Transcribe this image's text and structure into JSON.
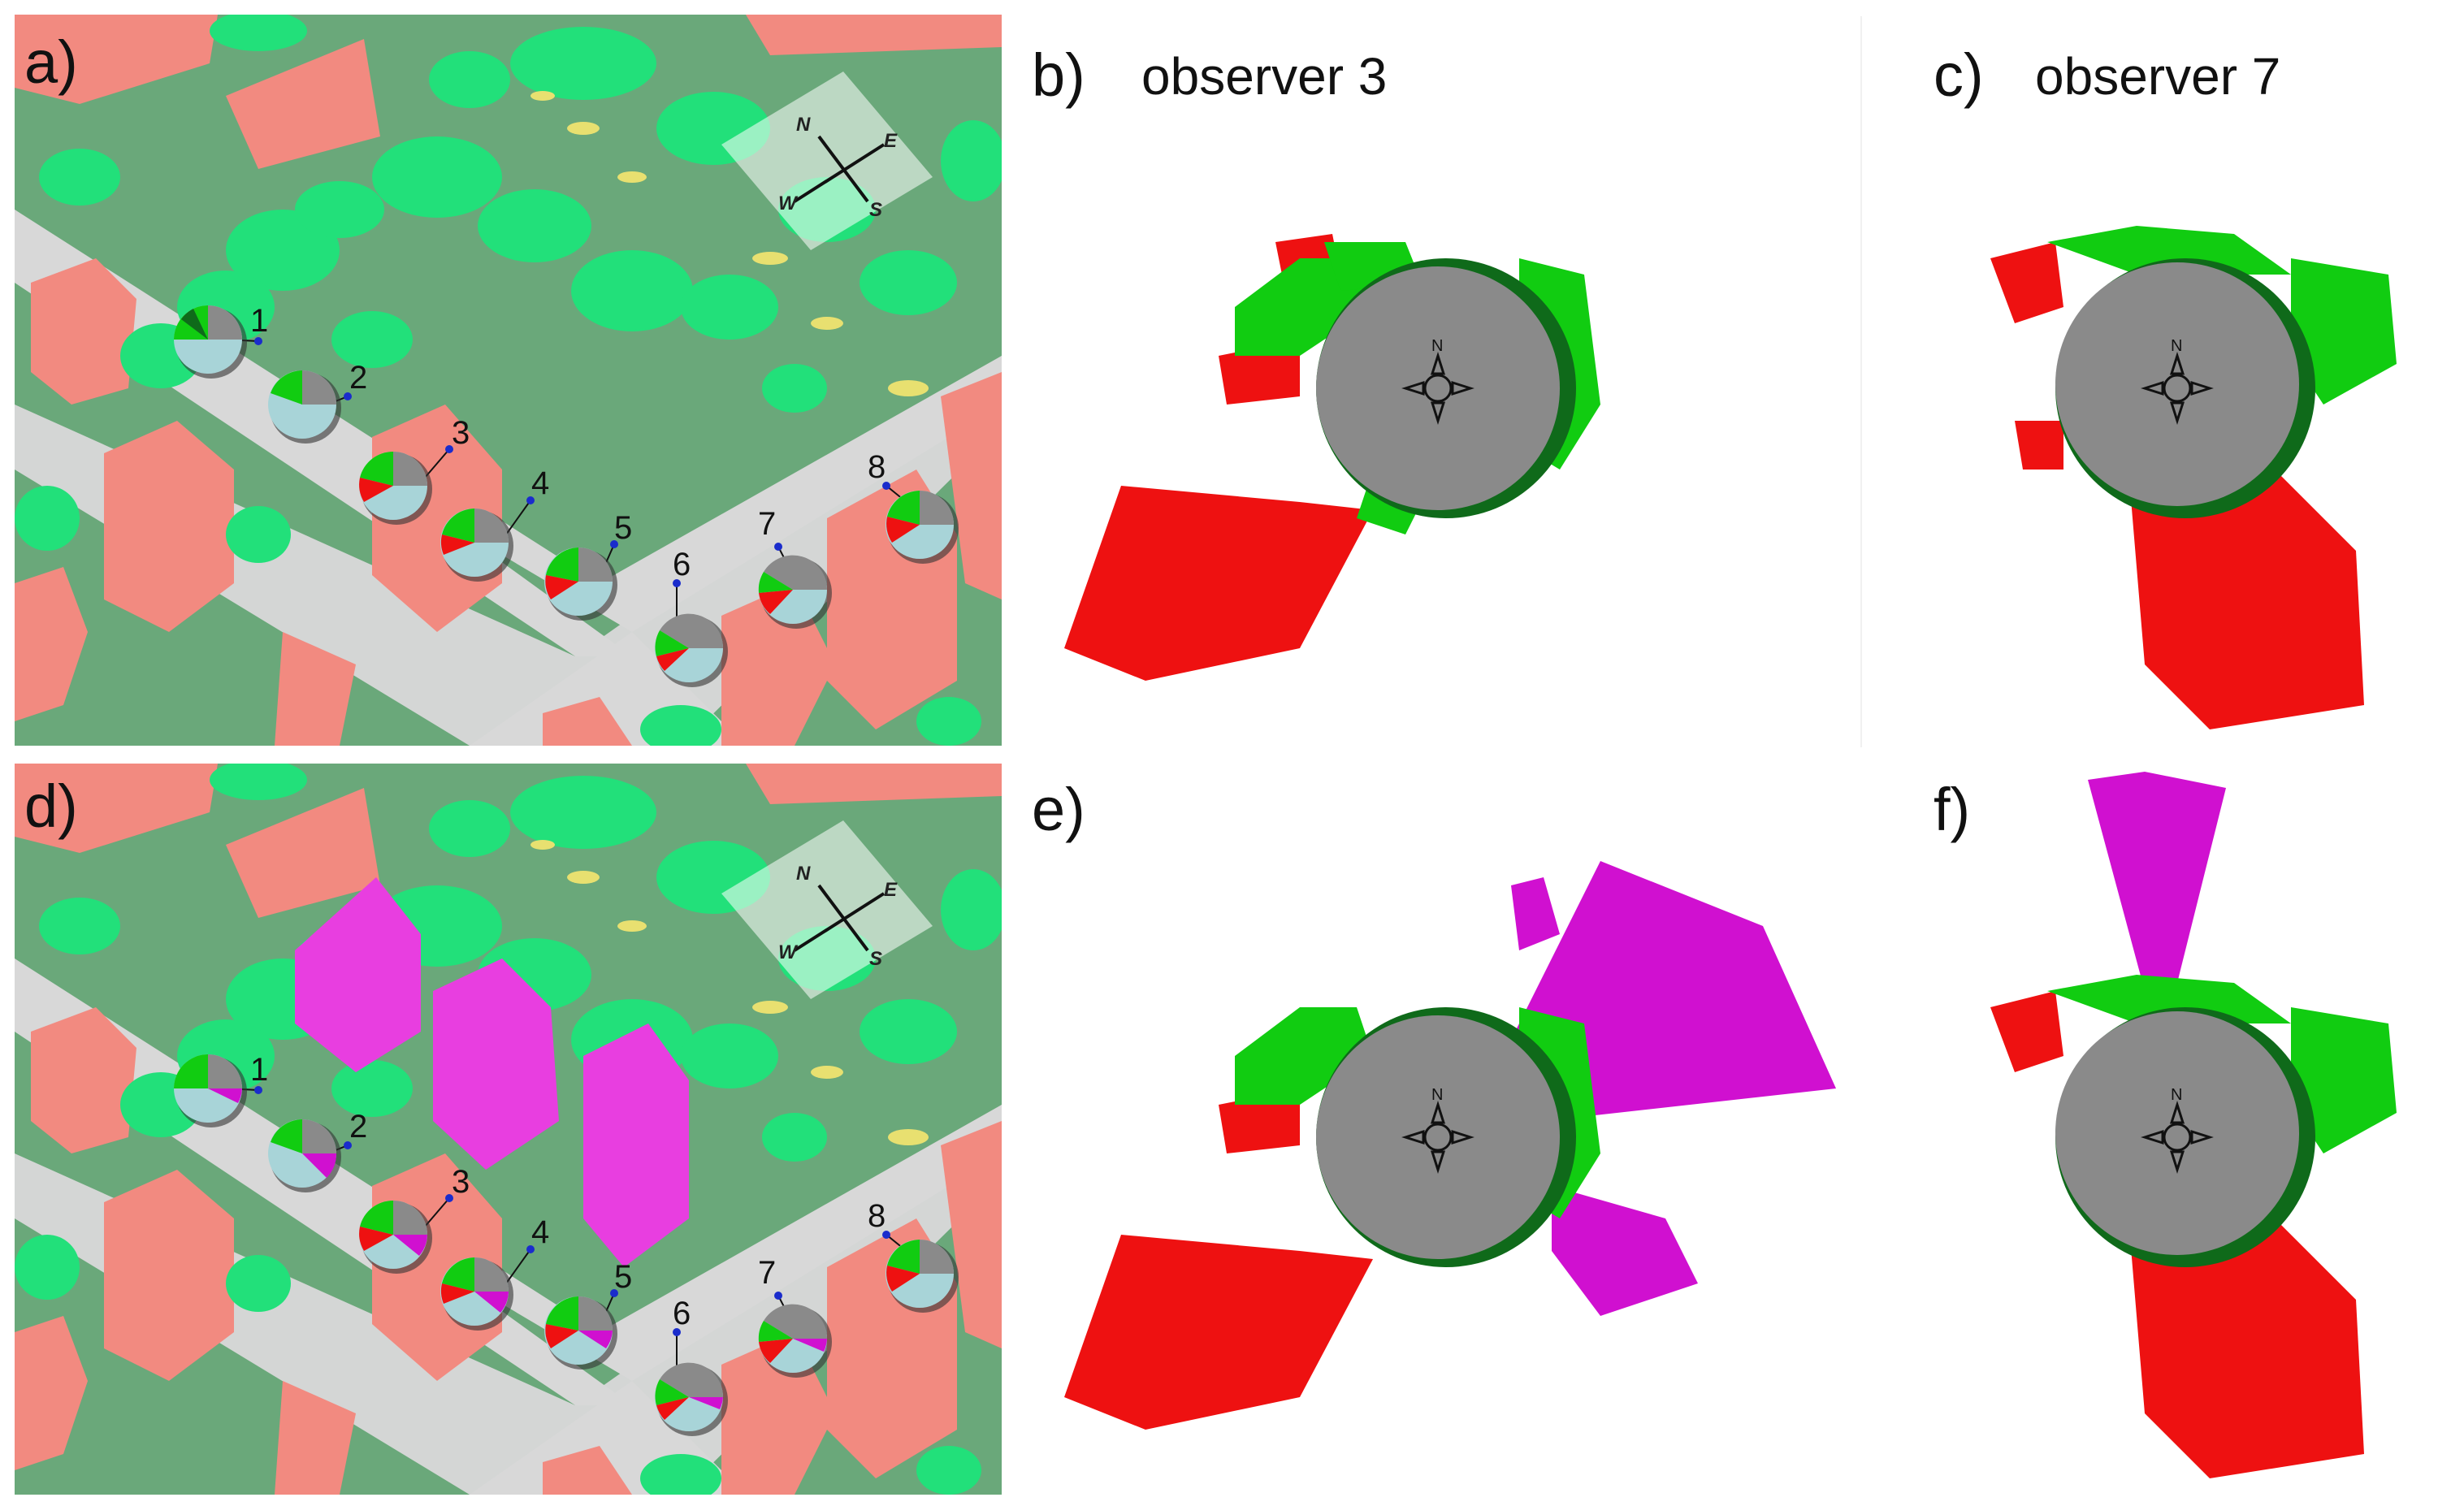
{
  "panels": {
    "a": {
      "label": "a)"
    },
    "b": {
      "label": "b)",
      "title": "observer 3"
    },
    "c": {
      "label": "c)",
      "title": "observer 7"
    },
    "d": {
      "label": "d)"
    },
    "e": {
      "label": "e)"
    },
    "f": {
      "label": "f)"
    }
  },
  "compass": {
    "n": "N",
    "e": "E",
    "s": "S",
    "w": "W"
  },
  "observers": [
    "1",
    "2",
    "3",
    "4",
    "5",
    "6",
    "7",
    "8"
  ],
  "colors": {
    "ground": "#6aa87a",
    "road": "#d8d8d8",
    "building": "#f28a80",
    "tree": "#22e07a",
    "flower": "#e8e070",
    "new_building": "#e83ee0",
    "view_sky": "#8a8a8a",
    "view_building": "#ee1111",
    "view_tree": "#11cc11",
    "view_dark_tree": "#0f6a1a",
    "view_new": "#d010d0",
    "pie_water": "#a8d4d8"
  }
}
